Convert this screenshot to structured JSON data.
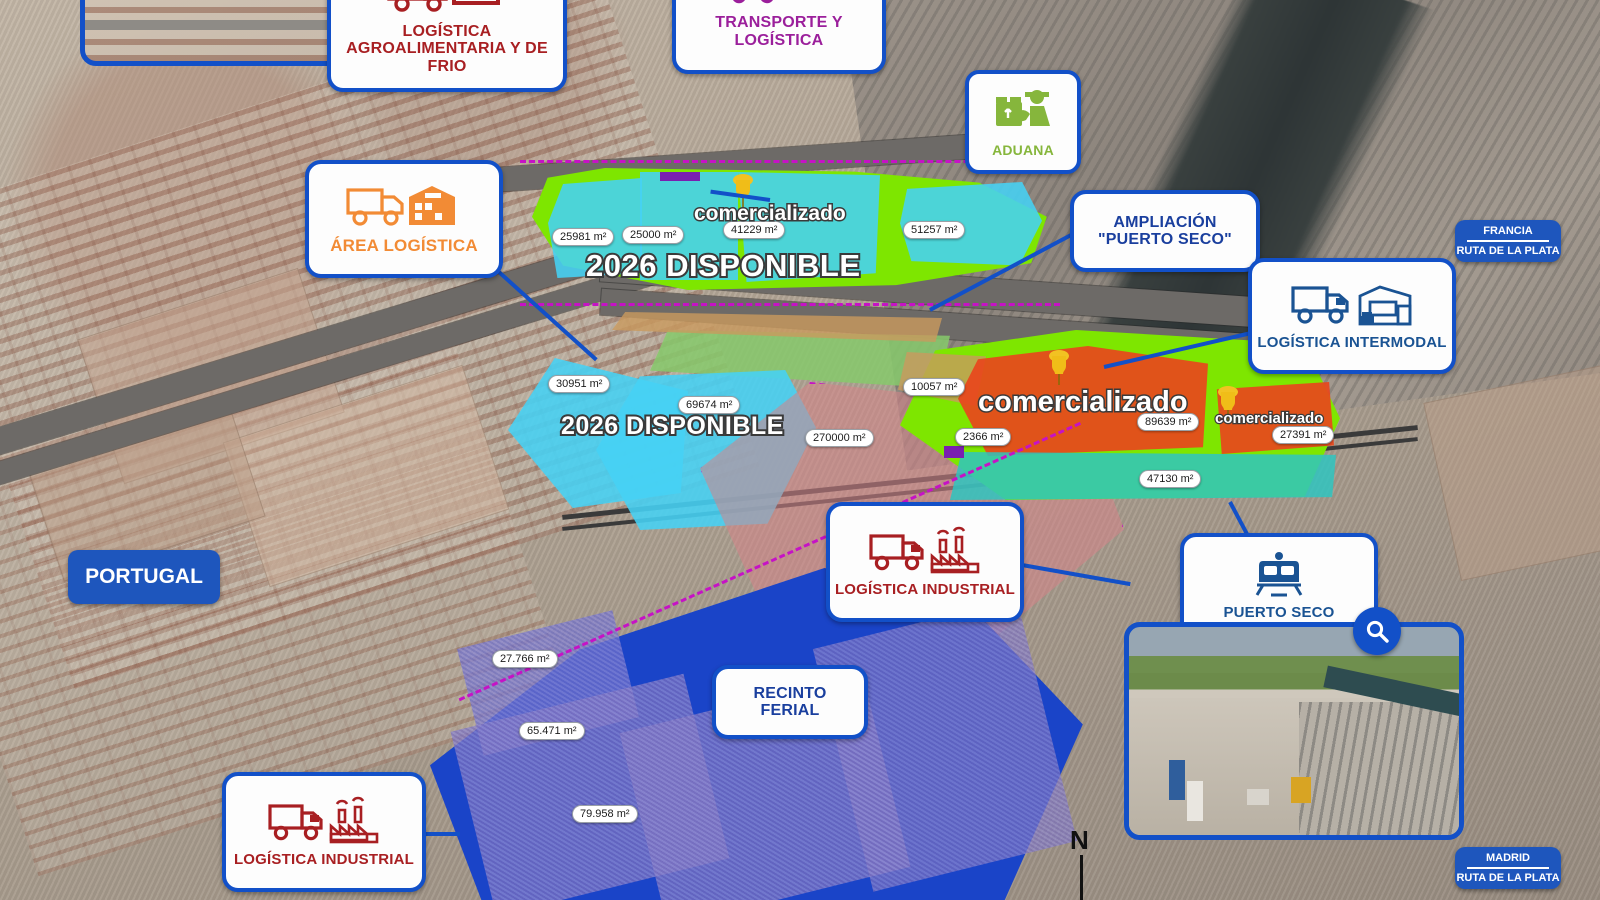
{
  "map": {
    "region_labels": [
      {
        "name": "portugal",
        "text": "PORTUGAL"
      },
      {
        "name": "francia",
        "line1": "FRANCIA",
        "line2": "RUTA DE LA PLATA"
      },
      {
        "name": "madrid",
        "line1": "MADRID",
        "line2": "RUTA DE LA PLATA"
      }
    ],
    "compass": "N",
    "availability_banners": [
      {
        "text": "2026 DISPONIBLE"
      },
      {
        "text": "2026 DISPONIBLE"
      }
    ],
    "sold_labels": [
      {
        "text": "comercializado"
      },
      {
        "text": "comercializado"
      },
      {
        "text": "comercializado"
      }
    ],
    "parcels": [
      {
        "area": "25981 m²",
        "status": "disponible"
      },
      {
        "area": "25000 m²",
        "status": "disponible"
      },
      {
        "area": "41229 m²",
        "status": "comercializado"
      },
      {
        "area": "51257 m²",
        "status": "disponible"
      },
      {
        "area": "30951 m²",
        "status": "disponible"
      },
      {
        "area": "69674 m²",
        "status": "disponible"
      },
      {
        "area": "270000 m²",
        "status": "reserva"
      },
      {
        "area": "10057 m²",
        "status": "disponible"
      },
      {
        "area": "2366 m²",
        "status": "disponible"
      },
      {
        "area": "89639 m²",
        "status": "comercializado"
      },
      {
        "area": "27391 m²",
        "status": "comercializado"
      },
      {
        "area": "47130 m²",
        "status": "ferroviario"
      },
      {
        "area": "27.766 m²",
        "status": "recinto"
      },
      {
        "area": "65.471 m²",
        "status": "recinto"
      },
      {
        "area": "79.958 m²",
        "status": "recinto"
      }
    ]
  },
  "callouts": [
    {
      "id": "agro",
      "label_lines": [
        "LOGÍSTICA",
        "AGROALIMENTARIA Y DE FRIO"
      ],
      "color": "#a81f22",
      "icon": "truck-warehouse-icon"
    },
    {
      "id": "transporte",
      "label_lines": [
        "TRANSPORTE Y",
        "LOGÍSTICA"
      ],
      "color": "#9b1f9b",
      "icon": "truck-boxes-icon"
    },
    {
      "id": "aduana",
      "label_lines": [
        "ADUANA"
      ],
      "color": "#86b63c",
      "icon": "customs-officer-icon"
    },
    {
      "id": "area-logistica",
      "label_lines": [
        "ÁREA LOGÍSTICA"
      ],
      "color": "#f28b35",
      "icon": "truck-warehouse-icon"
    },
    {
      "id": "ampliacion",
      "label_lines": [
        "AMPLIACIÓN",
        "\"PUERTO SECO\""
      ],
      "color": "#1a3f9e",
      "icon": "none"
    },
    {
      "id": "intermodal",
      "label_lines": [
        "LOGÍSTICA INTERMODAL"
      ],
      "color": "#1a5393",
      "icon": "truck-warehouse-icon"
    },
    {
      "id": "industrial-1",
      "label_lines": [
        "LOGÍSTICA INDUSTRIAL"
      ],
      "color": "#a81f22",
      "icon": "truck-factory-icon"
    },
    {
      "id": "recinto",
      "label_lines": [
        "RECINTO",
        "FERIAL"
      ],
      "color": "#1a3f9e",
      "icon": "none"
    },
    {
      "id": "puerto-seco",
      "label_lines": [
        "PUERTO SECO"
      ],
      "color": "#1a5393",
      "icon": "train-icon"
    },
    {
      "id": "industrial-2",
      "label_lines": [
        "LOGÍSTICA INDUSTRIAL"
      ],
      "color": "#a81f22",
      "icon": "truck-factory-icon"
    }
  ],
  "controls": {
    "search_icon": "magnifier-icon"
  },
  "colors": {
    "brand_blue": "#1250c8",
    "pill_blue": "#1e56bd",
    "available_cyan": "#45d2f5",
    "sold_orange": "#e8471c",
    "green_edge": "#7ee600",
    "magenta_dash": "#c612c6"
  }
}
